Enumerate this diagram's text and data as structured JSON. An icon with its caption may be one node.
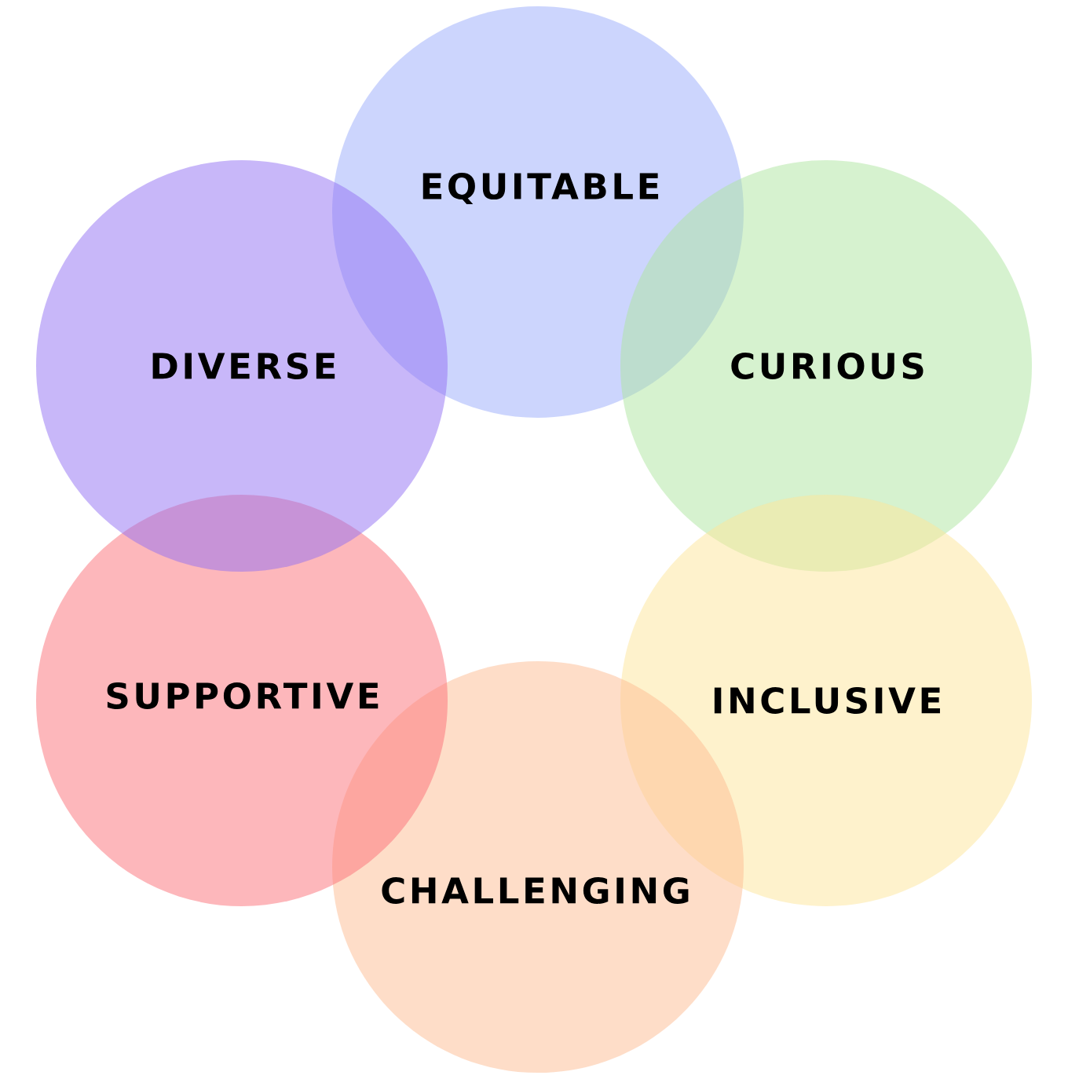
{
  "diagram": {
    "nodes": [
      {
        "text": [
          "EQUITABLE"
        ]
      },
      {
        "text": [
          "CURIOUS"
        ]
      },
      {
        "text": [
          "INCLUSIVE"
        ]
      },
      {
        "text": [
          "CHALLENGING"
        ]
      },
      {
        "text": [
          "SUPPORTIVE"
        ]
      },
      {
        "text": [
          "DIVERSE"
        ]
      }
    ]
  }
}
